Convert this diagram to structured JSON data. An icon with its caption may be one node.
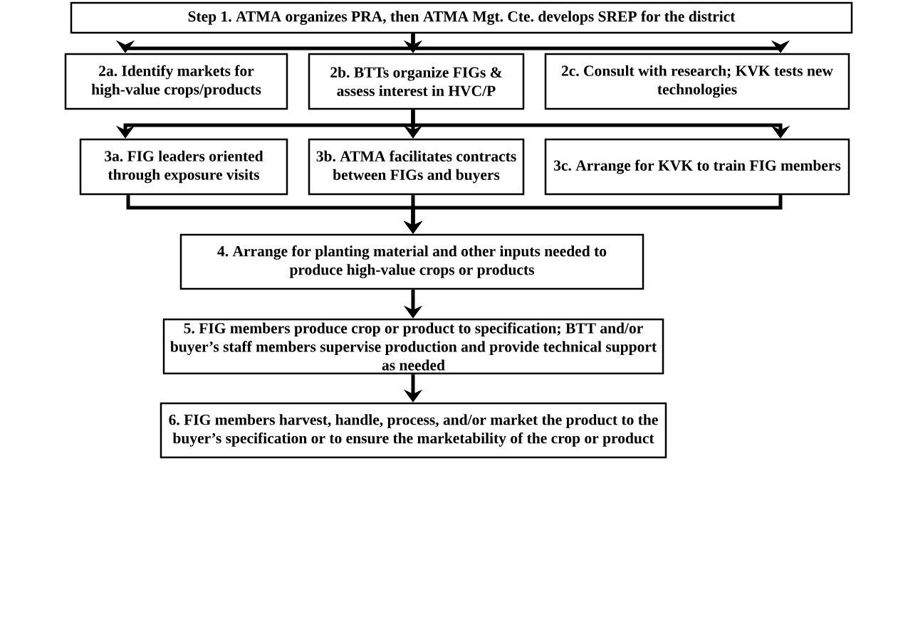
{
  "diagram": {
    "nodes": [
      {
        "text": [
          "Step 1. ATMA organizes PRA, then ATMA Mgt. Cte. develops SREP for the district"
        ]
      },
      {
        "text": [
          "2a. Identify markets for high-value crops/products"
        ]
      },
      {
        "text": [
          "2b. BTTs organize FIGs & assess interest in HVC/P"
        ]
      },
      {
        "text": [
          "2c. Consult with research; KVK tests new technologies"
        ]
      },
      {
        "text": [
          "3a. FIG leaders oriented through exposure visits"
        ]
      },
      {
        "text": [
          "3b. ATMA facilitates contracts between FIGs and buyers"
        ]
      },
      {
        "text": [
          "3c. Arrange for KVK to train FIG members"
        ]
      },
      {
        "text": [
          "4. Arrange for planting material and other inputs needed to produce high-value crops or products"
        ]
      },
      {
        "text": [
          "5. FIG members produce crop or product to specification; BTT and/or buyer’s staff members supervise production and provide technical support as needed"
        ]
      },
      {
        "text": [
          "6. FIG members harvest, handle, process, and/or market the product to the buyer’s specification or to ensure the marketability of the crop or product"
        ]
      }
    ],
    "edges": [
      {
        "from": 0,
        "to": 1,
        "arrow": "to"
      },
      {
        "from": 0,
        "to": 2,
        "arrow": "to"
      },
      {
        "from": 0,
        "to": 3,
        "arrow": "to"
      },
      {
        "from": 2,
        "to": 4,
        "arrow": "to"
      },
      {
        "from": 2,
        "to": 5,
        "arrow": "to"
      },
      {
        "from": 2,
        "to": 6,
        "arrow": "to"
      },
      {
        "from": 4,
        "to": 7,
        "arrow": "to"
      },
      {
        "from": 5,
        "to": 7,
        "arrow": "to"
      },
      {
        "from": 6,
        "to": 7,
        "arrow": "to"
      },
      {
        "from": 7,
        "to": 8,
        "arrow": "to"
      },
      {
        "from": 8,
        "to": 9,
        "arrow": "to"
      }
    ]
  }
}
